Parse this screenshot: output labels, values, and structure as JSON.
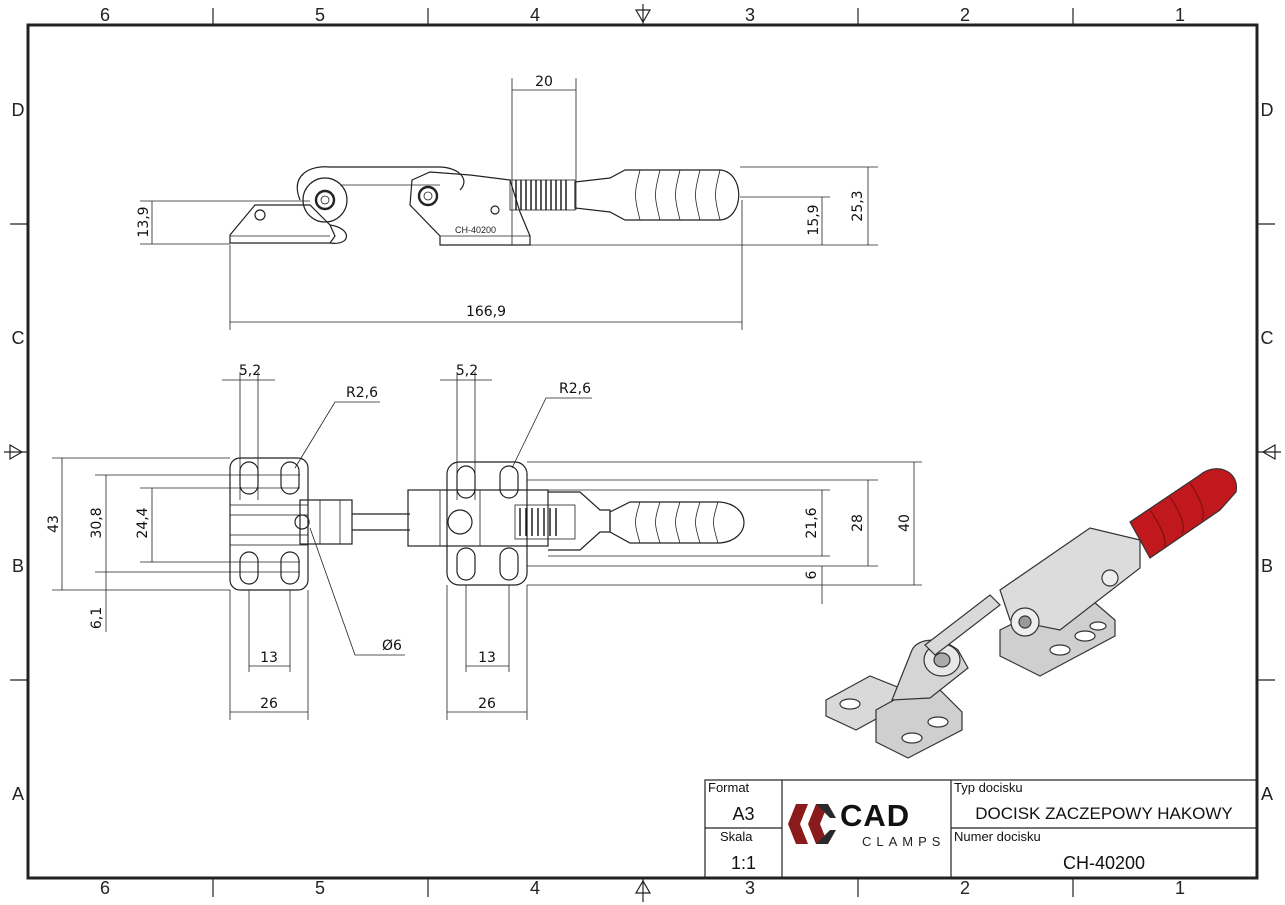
{
  "border": {
    "columns_top": [
      "6",
      "5",
      "4",
      "3",
      "2",
      "1"
    ],
    "columns_bottom": [
      "6",
      "5",
      "4",
      "3",
      "2",
      "1"
    ],
    "rows_left": [
      "D",
      "C",
      "B",
      "A"
    ],
    "rows_right": [
      "D",
      "C",
      "B",
      "A"
    ]
  },
  "side_view": {
    "dims": {
      "top_width": "20",
      "left_height": "13,9",
      "right_height_1": "15,9",
      "right_height_2": "25,3",
      "overall_length": "166,9"
    },
    "part_marking": "CH-40200"
  },
  "top_view": {
    "dims": {
      "slot_width_left": "5,2",
      "slot_width_right": "5,2",
      "radius_left": "R2,6",
      "radius_right": "R2,6",
      "height_43": "43",
      "height_30_8": "30,8",
      "height_24_4": "24,4",
      "offset_6_1": "6,1",
      "dia_6": "Ø6",
      "pitch_13_left": "13",
      "width_26_left": "26",
      "pitch_13_right": "13",
      "width_26_right": "26",
      "height_21_6": "21,6",
      "height_28": "28",
      "height_40": "40",
      "offset_6": "6"
    }
  },
  "colors": {
    "handle_red": "#c0181c",
    "metal": "#d9d9d9",
    "logo_red": "#8b1a1a",
    "logo_dark": "#2a2a2a"
  },
  "title_block": {
    "format_label": "Format",
    "format_value": "A3",
    "scale_label": "Skala",
    "scale_value": "1:1",
    "logo_main": "CAD",
    "logo_sub": "CLAMPS",
    "type_label": "Typ docisku",
    "type_value": "DOCISK ZACZEPOWY HAKOWY",
    "number_label": "Numer docisku",
    "number_value": "CH-40200"
  }
}
